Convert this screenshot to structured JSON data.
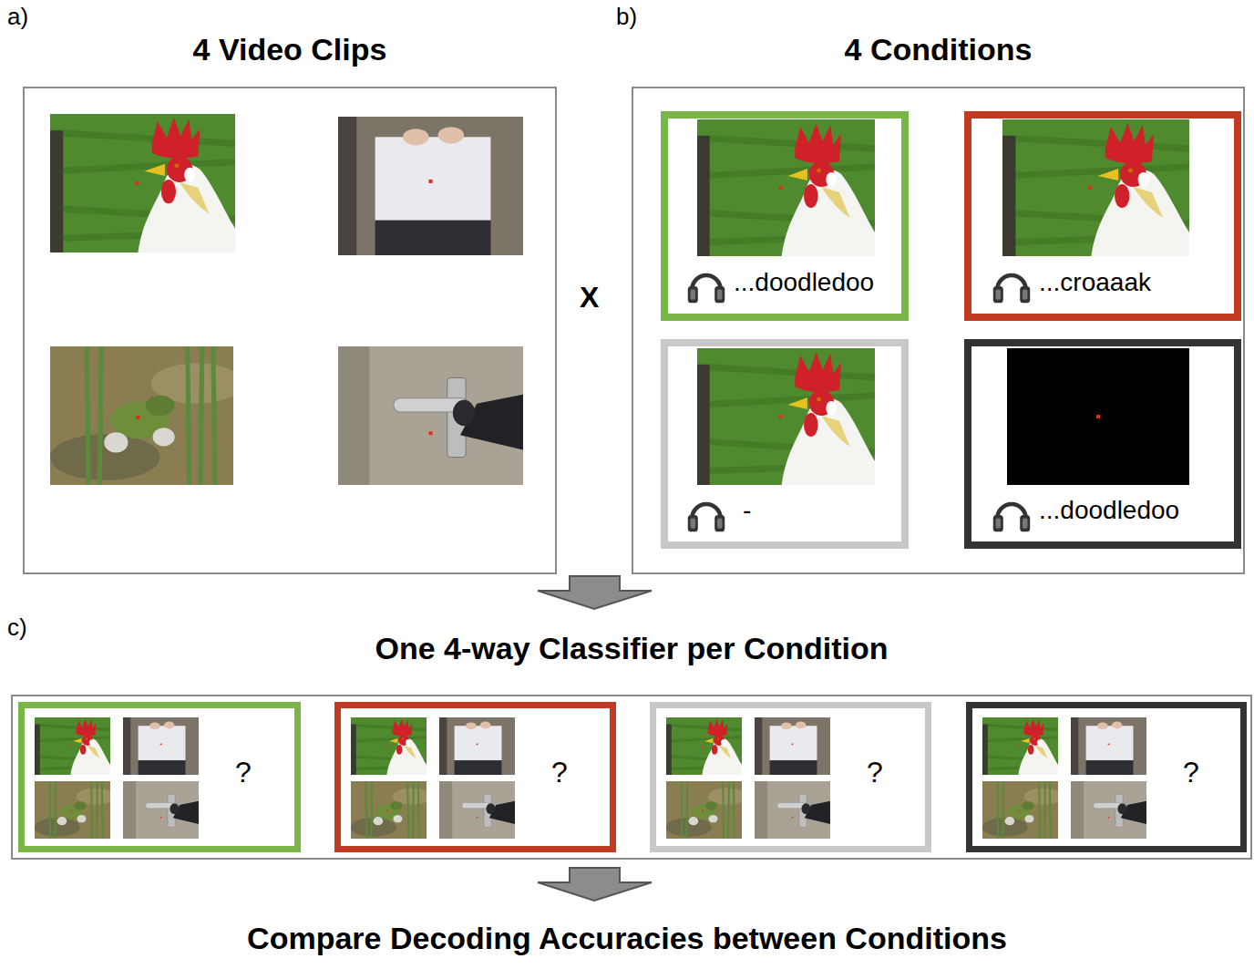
{
  "diagram": {
    "nodes": [
      {
        "text": [
          "4 Video Clips"
        ]
      },
      {
        "text": [
          "4 Conditions"
        ]
      },
      {
        "text": [
          "...doodledoo"
        ],
        "in": 1
      },
      {
        "text": [
          "...croaaak"
        ],
        "in": 1
      },
      {
        "text": [
          "-"
        ],
        "in": 1
      },
      {
        "text": [
          "...doodledoo"
        ],
        "in": 1
      },
      {
        "text": [
          "One 4-way Classifier per Condition"
        ]
      },
      {
        "text": [
          "?"
        ],
        "in": 6
      },
      {
        "text": [
          "?"
        ],
        "in": 6
      },
      {
        "text": [
          "?"
        ],
        "in": 6
      },
      {
        "text": [
          "?"
        ],
        "in": 6
      }
    ],
    "labels": [
      "a)",
      "b)",
      "c)",
      "X",
      "Compare Decoding Accuracies between Conditions"
    ]
  }
}
